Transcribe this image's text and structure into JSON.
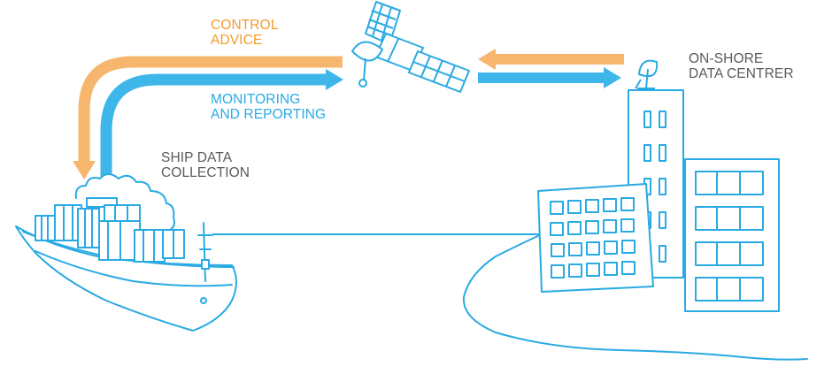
{
  "colors": {
    "orange": "#f7b66e",
    "orange_text": "#f49a2c",
    "blue": "#3fb6ea",
    "outline": "#2aaae3",
    "text": "#5a5a5a",
    "background": "#ffffff"
  },
  "labels": {
    "control": {
      "line1": "CONTROL",
      "line2": "ADVICE"
    },
    "monitoring": {
      "line1": "MONITORING",
      "line2": "AND REPORTING"
    },
    "ship": {
      "line1": "SHIP DATA",
      "line2": "COLLECTION"
    },
    "onshore": {
      "line1": "ON-SHORE",
      "line2": "DATA CENTRER"
    }
  },
  "icons": {
    "satellite": "satellite-icon",
    "ship": "container-ship-icon",
    "buildings": "office-buildings-icon",
    "dish": "satellite-dish-icon"
  }
}
